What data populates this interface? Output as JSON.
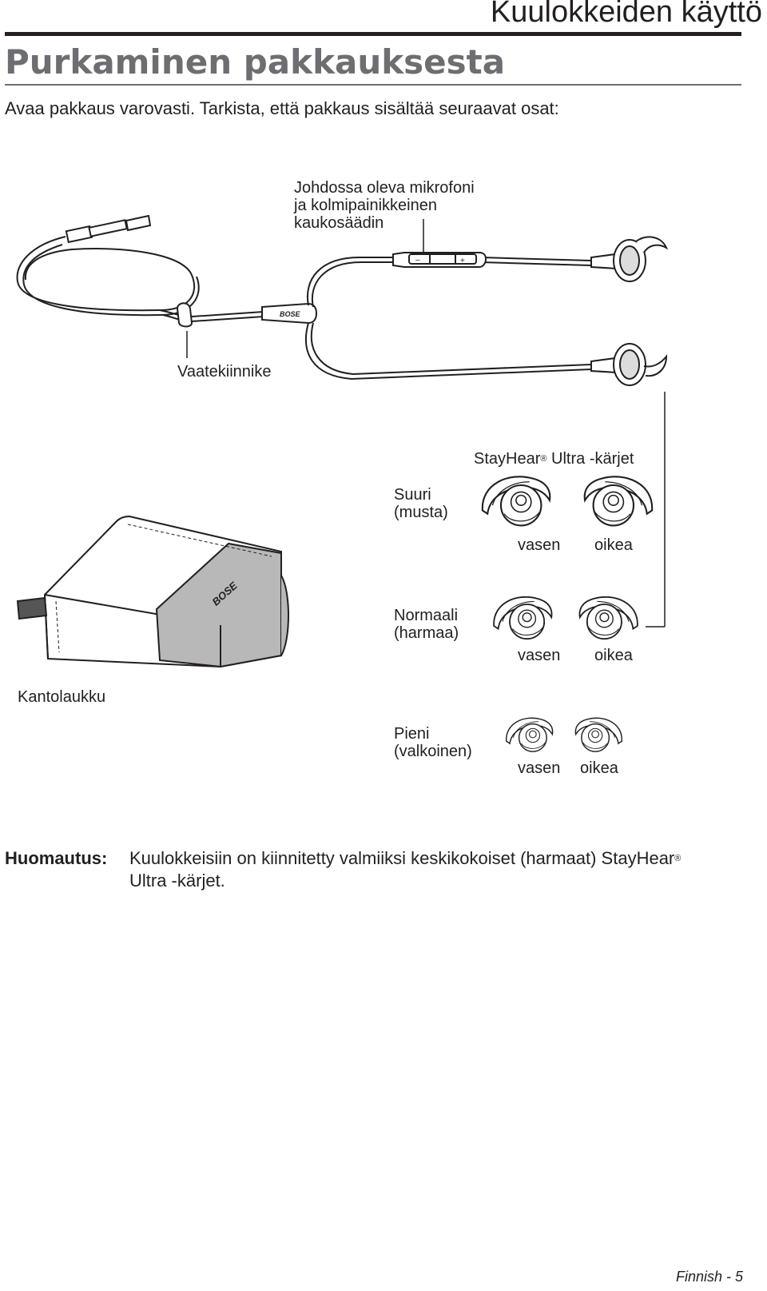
{
  "header": {
    "section_title": "Kuulokkeiden käyttö",
    "page_heading": "Purkaminen pakkauksesta"
  },
  "intro": "Avaa pakkaus varovasti. Tarkista, että pakkaus sisältää seuraavat osat:",
  "labels": {
    "remote": "Johdossa oleva mikrofoni\nja kolmipainikkeinen\nkaukosäädin",
    "clip": "Vaatekiinnike",
    "tips_title_a": "StayHear",
    "tips_title_reg": "®",
    "tips_title_b": " Ultra -kärjet",
    "case": "Kantolaukku",
    "brand": "BOSE"
  },
  "tips": {
    "large": {
      "label": "Suuri\n(musta)",
      "left": "vasen",
      "right": "oikea"
    },
    "medium": {
      "label": "Normaali\n(harmaa)",
      "left": "vasen",
      "right": "oikea"
    },
    "small": {
      "label": "Pieni\n(valkoinen)",
      "left": "vasen",
      "right": "oikea"
    }
  },
  "note": {
    "label": "Huomautus:",
    "text_a": "Kuulokkeisiin on kiinnitetty valmiiksi keskikokoiset (harmaat) StayHear",
    "text_reg": "®",
    "text_b": " Ultra -kärjet."
  },
  "footer": "Finnish - 5",
  "colors": {
    "text": "#231f20",
    "heading_gray": "#6d6e71",
    "shade": "#b8b8b8"
  }
}
